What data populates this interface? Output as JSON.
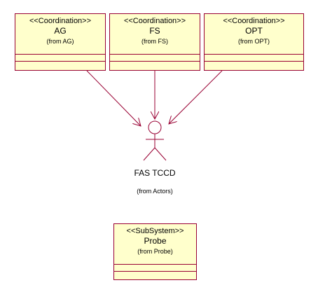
{
  "boxes": {
    "ag": {
      "stereotype": "<<Coordination>>",
      "name": "AG",
      "from": "(from AG)"
    },
    "fs": {
      "stereotype": "<<Coordination>>",
      "name": "FS",
      "from": "(from FS)"
    },
    "opt": {
      "stereotype": "<<Coordination>>",
      "name": "OPT",
      "from": "(from OPT)"
    },
    "probe": {
      "stereotype": "<<SubSystem>>",
      "name": "Probe",
      "from": "(from Probe)"
    }
  },
  "actor": {
    "name": "FAS TCCD",
    "from": "(from Actors)"
  },
  "colors": {
    "line": "#990033",
    "fill": "#ffffcc"
  }
}
